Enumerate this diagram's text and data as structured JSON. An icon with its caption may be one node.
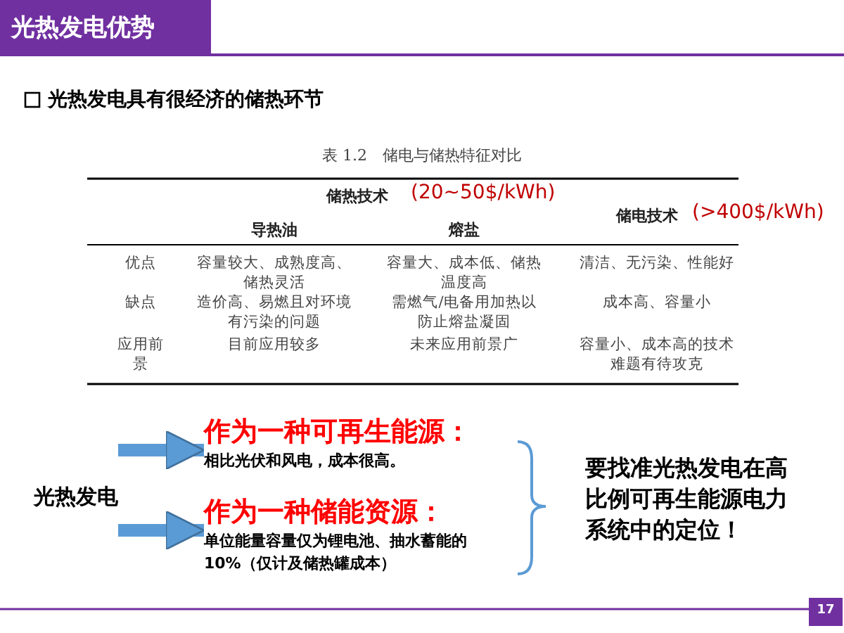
{
  "diagram": {
    "title": "光热发电优势",
    "nodes": [
      {
        "text": [
          "光热发电"
        ]
      },
      {
        "text": [
          "作为一种可再生能源：",
          "相比光伏和风电，成本很高。"
        ]
      },
      {
        "text": [
          "作为一种储能资源：",
          "单位能量容量仅为锂电池、抽水蓄能的10%（仅计及储热罐成本）"
        ]
      }
    ],
    "edges": [
      {
        "from": 0,
        "to": 1,
        "arrow": "to"
      },
      {
        "from": 0,
        "to": 2,
        "arrow": "to"
      }
    ],
    "labels": [
      "光热发电具有很经济的储热环节",
      "表 1.2　储电与储热特征对比",
      "储热技术",
      "(20~50$/kWh)",
      "储电技术",
      "(>400$/kWh)",
      "导热油",
      "熔盐",
      "优点",
      "容量较大、成熟度高、储热灵活",
      "容量大、成本低、储热温度高",
      "清洁、无污染、性能好",
      "缺点",
      "造价高、易燃且对环境有污染的问题",
      "需燃气/电备用加热以防止熔盐凝固",
      "成本高、容量小",
      "应用前景",
      "目前应用较多",
      "未来应用前景广",
      "容量小、成本高的技术难题有待攻克",
      "要找准光热发电在高比例可再生能源电力系统中的定位！",
      "17"
    ]
  }
}
